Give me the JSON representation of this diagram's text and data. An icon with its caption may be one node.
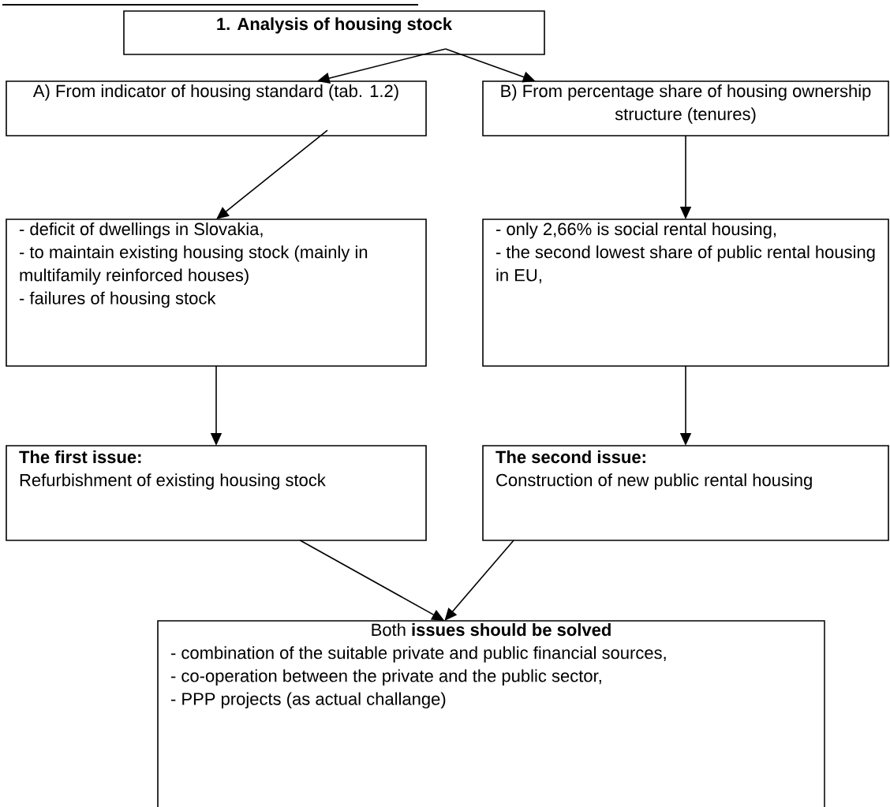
{
  "diagram": {
    "nodes": [
      {
        "text": [
          "1. Analysis of housing stock"
        ]
      },
      {
        "text": [
          "A) From indicator of housing standard (tab. 1.2)"
        ]
      },
      {
        "text": [
          "B) From percentage share of housing ownership structure (tenures)"
        ]
      },
      {
        "text": [
          "- deficit of dwellings in Slovakia,",
          "- to maintain existing housing stock (mainly in multifamily reinforced houses)",
          "- failures of housing stock"
        ]
      },
      {
        "text": [
          "- only 2,66% is social rental housing,",
          "- the second lowest share of public rental housing in EU,"
        ]
      },
      {
        "text": [
          "The first issue:",
          "Refurbishment of existing housing stock"
        ]
      },
      {
        "text": [
          "The second issue:",
          "Construction of new public rental housing"
        ]
      },
      {
        "text": [
          "Both **issues should be solved**",
          "- combination of the suitable private and public financial sources,",
          "- co-operation between the private and the public sector,",
          "- PPP projects (as actual challange)"
        ]
      }
    ],
    "edges": [
      {
        "from": 0,
        "to": 1,
        "arrow": "to"
      },
      {
        "from": 0,
        "to": 2,
        "arrow": "to"
      },
      {
        "from": 1,
        "to": 3,
        "arrow": "to"
      },
      {
        "from": 2,
        "to": 4,
        "arrow": "to"
      },
      {
        "from": 3,
        "to": 5,
        "arrow": "to"
      },
      {
        "from": 4,
        "to": 6,
        "arrow": "to"
      },
      {
        "from": 5,
        "to": 7,
        "arrow": "to"
      },
      {
        "from": 6,
        "to": 7,
        "arrow": "to"
      }
    ]
  }
}
